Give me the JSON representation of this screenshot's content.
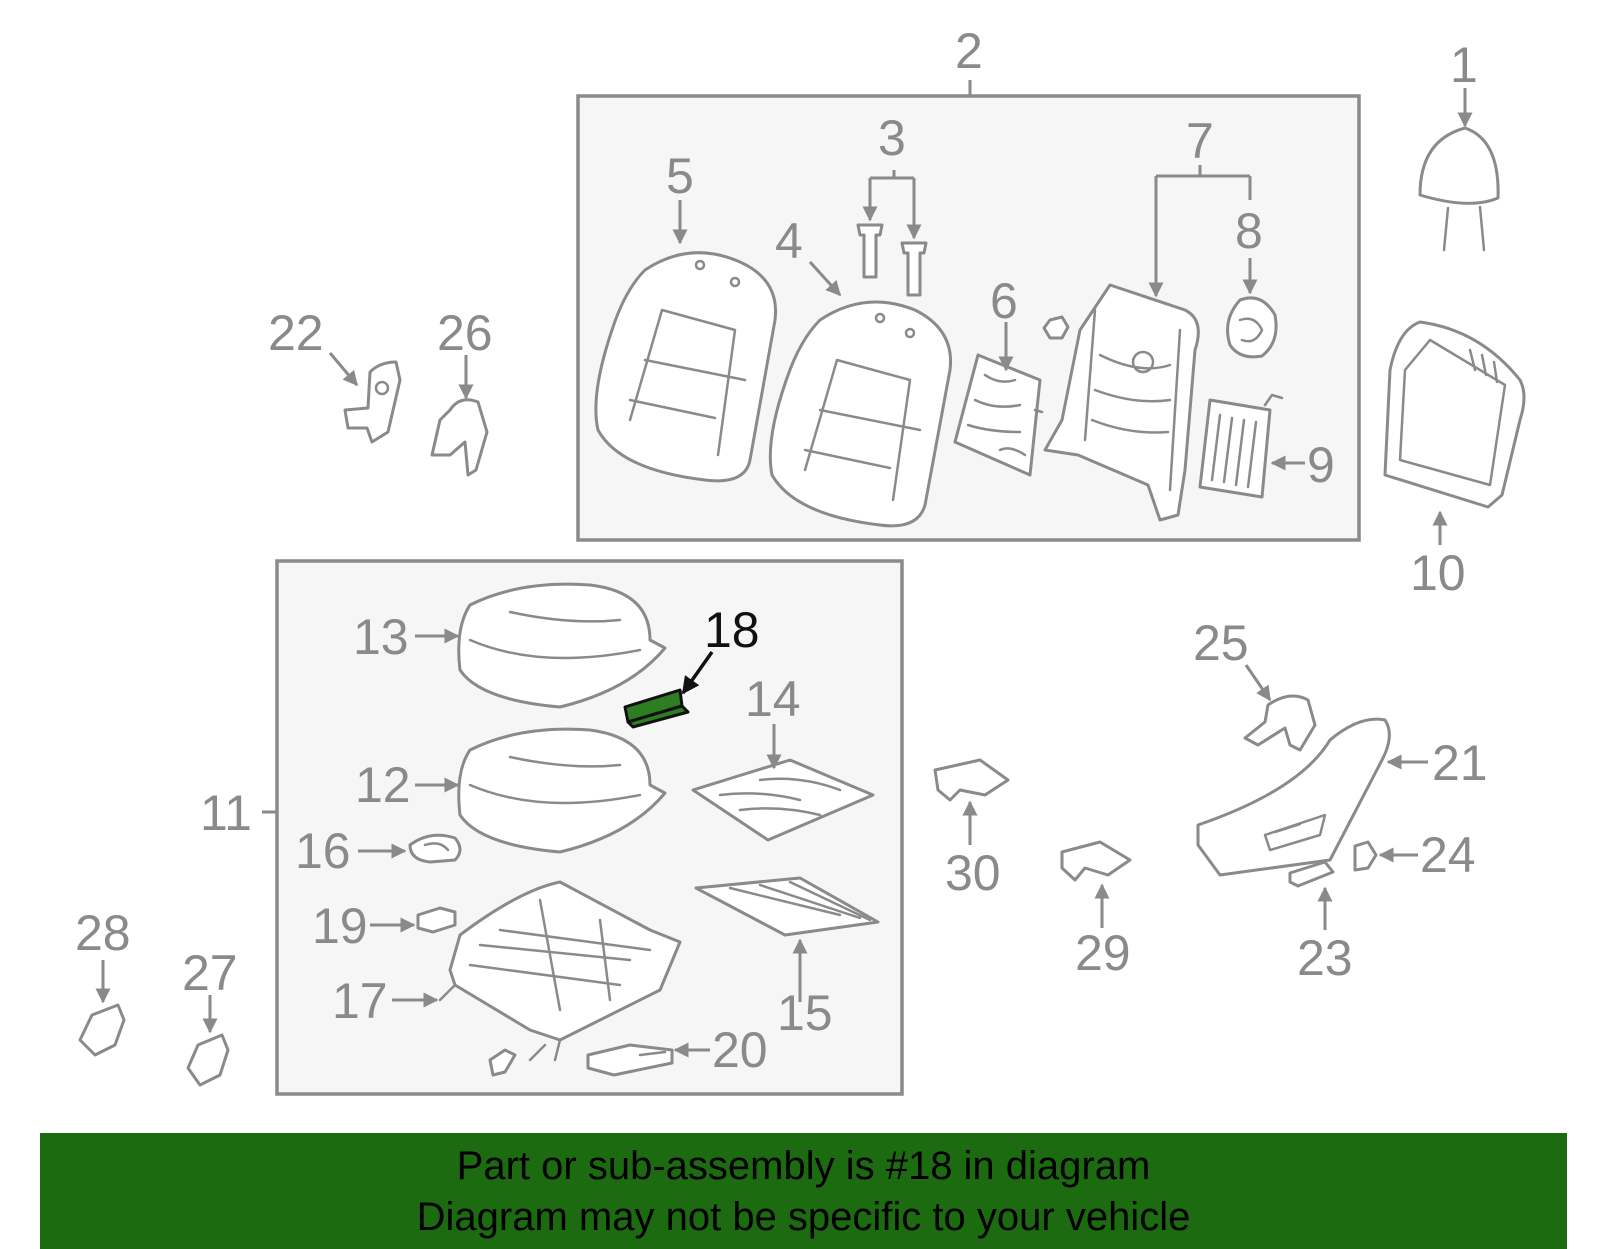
{
  "callouts": {
    "c1": "1",
    "c2": "2",
    "c3": "3",
    "c4": "4",
    "c5": "5",
    "c6": "6",
    "c7": "7",
    "c8": "8",
    "c9": "9",
    "c10": "10",
    "c11": "11",
    "c12": "12",
    "c13": "13",
    "c14": "14",
    "c15": "15",
    "c16": "16",
    "c17": "17",
    "c18": "18",
    "c19": "19",
    "c20": "20",
    "c21": "21",
    "c22": "22",
    "c23": "23",
    "c24": "24",
    "c25": "25",
    "c26": "26",
    "c27": "27",
    "c28": "28",
    "c29": "29",
    "c30": "30"
  },
  "highlighted_part": "18",
  "colors": {
    "highlight": "#2e7d22",
    "banner": "#1d6b11",
    "line": "#8a8a8a"
  },
  "banner": {
    "line1": "Part or sub-assembly is #18 in diagram",
    "line2": "Diagram may not be specific to your vehicle"
  }
}
